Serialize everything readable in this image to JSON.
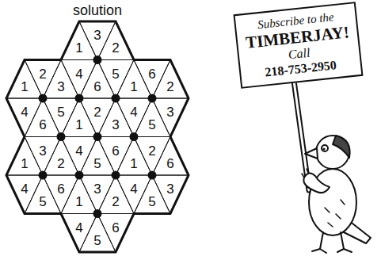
{
  "diagram": {
    "title": "solution",
    "nodes": [
      {
        "text": [
          "Subscribe to the",
          "TIMBERJAY!",
          "Call",
          "218-753-2950"
        ]
      }
    ],
    "labels": [
      "1",
      "3",
      "2",
      "1",
      "2",
      "3",
      "4",
      "6",
      "5",
      "1",
      "6",
      "2",
      "4",
      "6",
      "5",
      "1",
      "2",
      "3",
      "4",
      "5",
      "3",
      "1",
      "3",
      "2",
      "4",
      "5",
      "6",
      "1",
      "2",
      "6",
      "4",
      "5",
      "6",
      "1",
      "3",
      "2",
      "4",
      "5",
      "3",
      "4",
      "5",
      "6"
    ]
  }
}
